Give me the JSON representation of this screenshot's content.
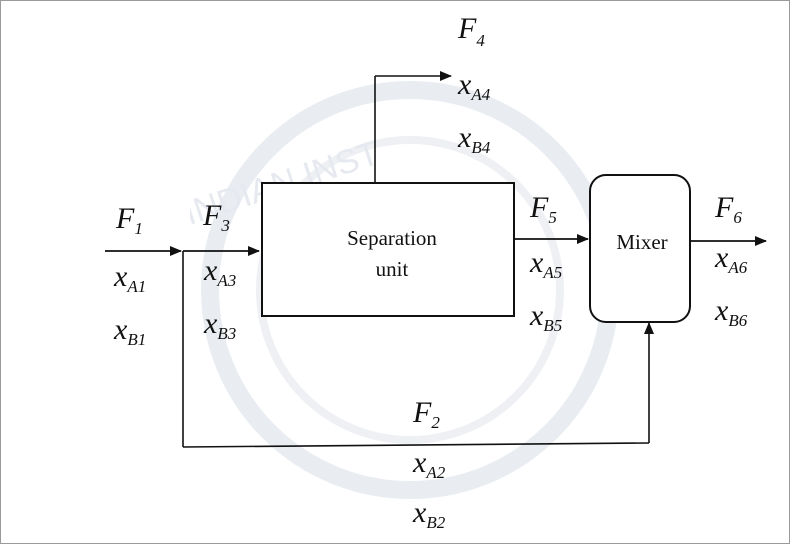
{
  "units": {
    "separation": {
      "line1": "Separation",
      "line2": "unit"
    },
    "mixer": {
      "label": "Mixer"
    }
  },
  "streams": {
    "F1": {
      "name": "F",
      "sub": "1",
      "xA": "x",
      "xA_sub": "A1",
      "xB": "x",
      "xB_sub": "B1"
    },
    "F2": {
      "name": "F",
      "sub": "2",
      "xA": "x",
      "xA_sub": "A2",
      "xB": "x",
      "xB_sub": "B2"
    },
    "F3": {
      "name": "F",
      "sub": "3",
      "xA": "x",
      "xA_sub": "A3",
      "xB": "x",
      "xB_sub": "B3"
    },
    "F4": {
      "name": "F",
      "sub": "4",
      "xA": "x",
      "xA_sub": "A4",
      "xB": "x",
      "xB_sub": "B4"
    },
    "F5": {
      "name": "F",
      "sub": "5",
      "xA": "x",
      "xA_sub": "A5",
      "xB": "x",
      "xB_sub": "B5"
    },
    "F6": {
      "name": "F",
      "sub": "6",
      "xA": "x",
      "xA_sub": "A6",
      "xB": "x",
      "xB_sub": "B6"
    }
  },
  "watermark": {
    "text": "INDIAN INST",
    "color": "#e6e9ef"
  },
  "colors": {
    "line": "#111111",
    "frame": "#9a9a9a"
  }
}
